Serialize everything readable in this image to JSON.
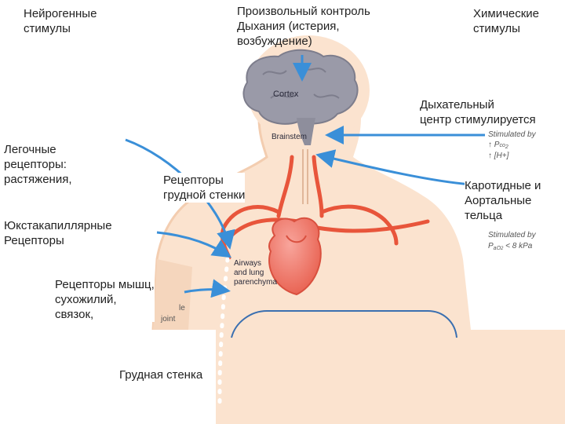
{
  "labels": {
    "neurogenic": "Нейрогенные\nстимулы",
    "voluntary": "Произвольный контроль\nДыхания (истерия,\nвозбуждение)",
    "chemical": "Химические\nстимулы",
    "resp_center": "Дыхательный\nцентр стимулируется",
    "lung_receptors": "Легочные\nрецепторы:\nрастяжения,",
    "chest_wall_receptors": "Рецепторы\nгрудной стенки",
    "carotid": "Каротидные и\nАортальные\nтельца",
    "juxtacapillary": "Юкстакапиллярные\nРецепторы",
    "muscle_receptors": "Рецепторы мышц,\nсухожилий,\nсвязок,",
    "chest_wall": "Грудная стенка"
  },
  "diagram_labels": {
    "cortex": "Cortex",
    "brainstem": "Brainstem",
    "airways": "Airways\nand lung\nparenchyma",
    "stim_top_1": "Stimulated by",
    "stim_top_2": "↑ P",
    "stim_top_2b": "co",
    "stim_top_2c": "2",
    "stim_top_3": "↑ [H+]",
    "stim_bottom_1": "Stimulated by",
    "stim_bottom_2": "P",
    "stim_bottom_2b": "aO",
    "stim_bottom_2c": "2",
    "stim_bottom_2d": " < 8 kPa",
    "joint_frag": "le\njoint"
  },
  "colors": {
    "body_fill": "#fbe3cf",
    "body_shade": "#f3cdb0",
    "brain": "#9a9aa8",
    "brain_dark": "#7d7d8c",
    "vessel": "#e8553b",
    "heart": "#f07a70",
    "heart_dark": "#d9503f",
    "arrow": "#3a8fd8",
    "diaphragm": "#3a6fb0"
  }
}
